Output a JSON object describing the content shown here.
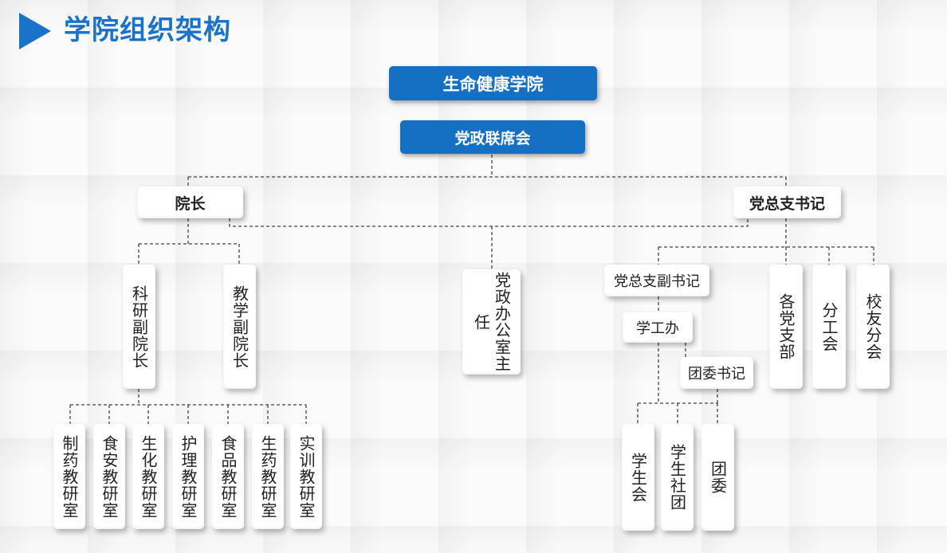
{
  "title": "学院组织架构",
  "colors": {
    "accent": "#1570c4",
    "title": "#1a73c8"
  },
  "nodes": {
    "college": "生命健康学院",
    "committee": "党政联席会",
    "dean": "院长",
    "party_secretary": "党总支书记",
    "vice_dean_research": "科研副院长",
    "vice_dean_teaching": "教学副院长",
    "office_director": "党政办公室主任",
    "deputy_party_secretary": "党总支副书记",
    "student_affairs": "学工办",
    "youth_league_secretary": "团委书记",
    "party_branches": "各党支部",
    "labor_union_branch": "分工会",
    "alumni_branch": "校友分会",
    "teaching_offices": [
      "制药教研室",
      "食安教研室",
      "生化教研室",
      "护理教研室",
      "食品教研室",
      "生药教研室",
      "实训教研室"
    ],
    "student_orgs": [
      "学生会",
      "学生社团",
      "团委"
    ]
  }
}
